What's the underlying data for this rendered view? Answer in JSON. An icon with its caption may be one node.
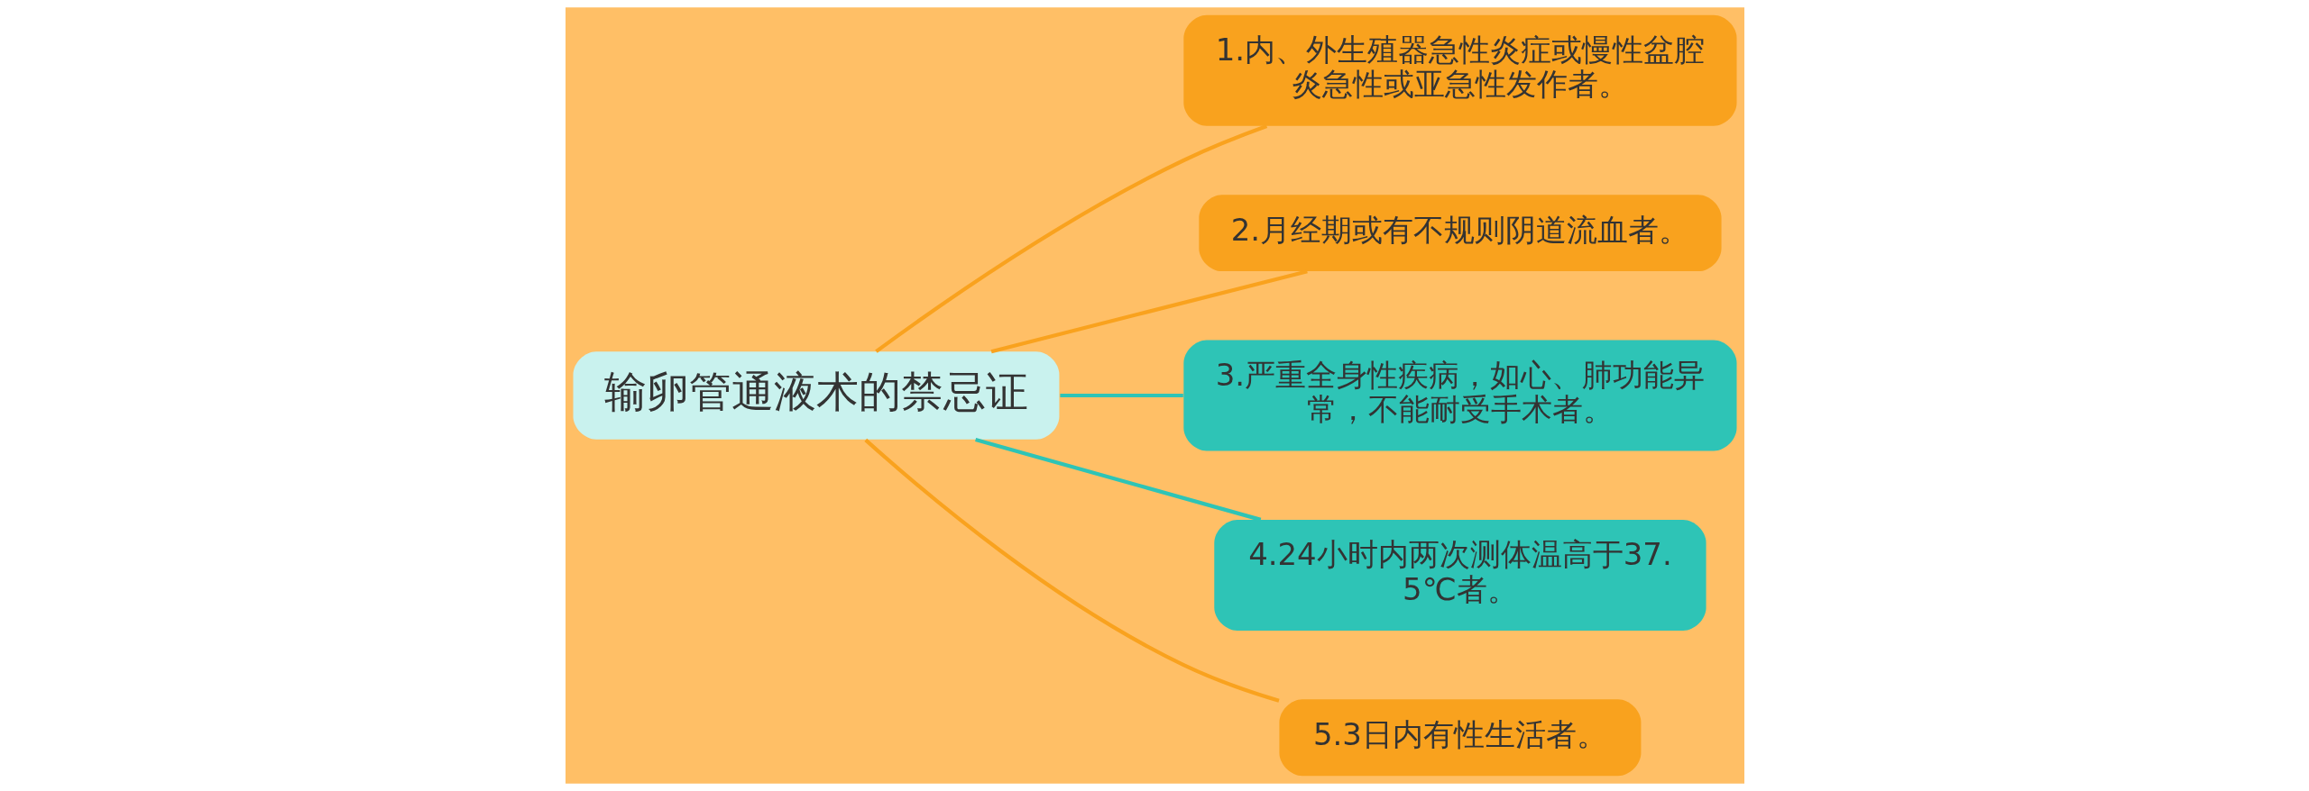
{
  "diagram": {
    "nodes": [
      {
        "text": [
          "输卵管通液术的禁忌证"
        ]
      },
      {
        "text": [
          "1.内、外生殖器急性炎症或慢性盆腔炎急性或亚急性发作者。"
        ]
      },
      {
        "text": [
          "2.月经期或有不规则阴道流血者。"
        ]
      },
      {
        "text": [
          "3.严重全身性疾病，如心、肺功能异常，不能耐受手术者。"
        ]
      },
      {
        "text": [
          "4.24小时内两次测体温高于37.5℃者。"
        ]
      },
      {
        "text": [
          "5.3日内有性生活者。"
        ]
      }
    ],
    "edges": [
      {
        "from": 0,
        "to": 1,
        "arrow": "none"
      },
      {
        "from": 0,
        "to": 2,
        "arrow": "none"
      },
      {
        "from": 0,
        "to": 3,
        "arrow": "none",
        "color": "#2ec4b6"
      },
      {
        "from": 0,
        "to": 4,
        "arrow": "none",
        "color": "#2ec4b6"
      },
      {
        "from": 0,
        "to": 5,
        "arrow": "none"
      }
    ]
  }
}
